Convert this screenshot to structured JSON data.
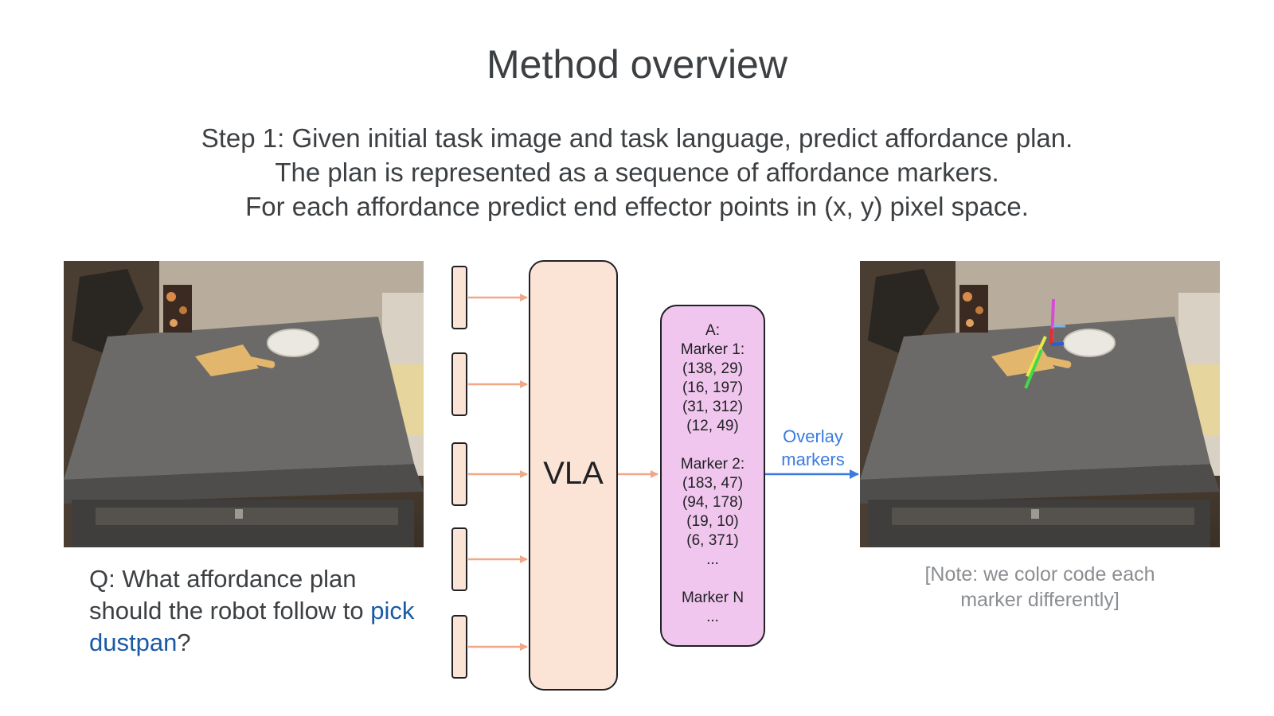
{
  "title": "Method overview",
  "step_lines": [
    "Step 1: Given initial task image and task language, predict affordance plan.",
    "The plan is represented as a sequence of affordance markers.",
    "For each affordance predict end effector points in (x, y) pixel space."
  ],
  "question": {
    "prefix": "Q: What affordance plan should the robot follow to ",
    "highlight": "pick dustpan",
    "suffix": "?"
  },
  "model_label": "VLA",
  "output": {
    "lines": [
      "A:",
      "Marker 1:",
      "(138, 29)",
      "(16, 197)",
      "(31, 312)",
      "(12, 49)",
      "",
      "Marker 2:",
      "(183, 47)",
      "(94, 178)",
      "(19, 10)",
      "(6, 371)",
      "...",
      "",
      "Marker N",
      "..."
    ]
  },
  "overlay_label_lines": [
    "Overlay",
    "markers"
  ],
  "note_lines": [
    "[Note: we color code each",
    "marker differently]"
  ],
  "colors": {
    "token_fill": "#fbe3d6",
    "model_fill": "#fbe3d6",
    "output_fill": "#f1c6ee",
    "input_arrow": "#f0a888",
    "overlay_arrow": "#3b7bdf",
    "highlight_text": "#1a5aa5"
  }
}
